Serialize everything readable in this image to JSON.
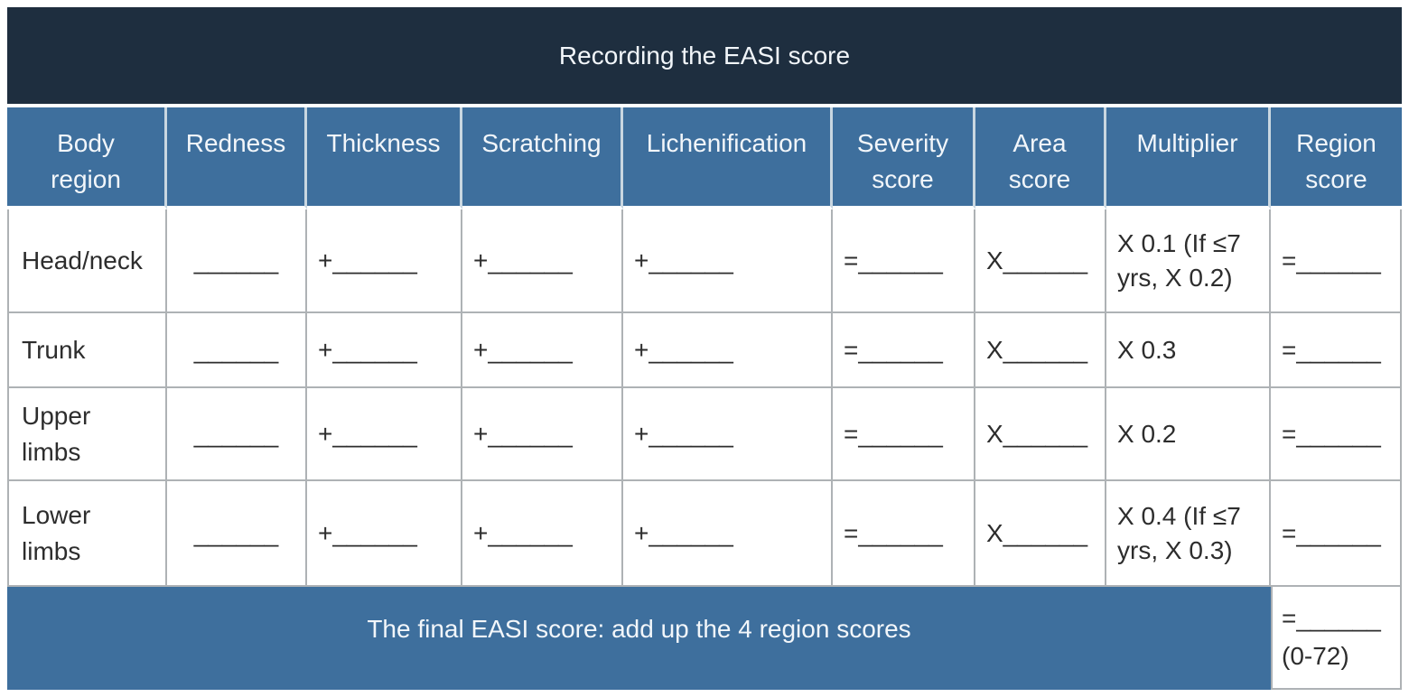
{
  "title_bar": {
    "text": "Recording the EASI score"
  },
  "colors": {
    "navy": "#1e2e3f",
    "blue": "#3e6f9d",
    "border": "#aeb2b5",
    "divider": "#c9d7e1",
    "text-dark": "#2d2d2d",
    "text-light": "#f2f6fa"
  },
  "table": {
    "headers": [
      "Body region",
      "Redness",
      "Thickness",
      "Scratching",
      "Lichenification",
      "Severity score",
      "Area score",
      "Multiplier",
      "Region score"
    ],
    "rows": [
      {
        "region": "Head/neck",
        "redness": "______",
        "thickness": "+______",
        "scratching": "+______",
        "lichenification": "+______",
        "severity_score": "=______",
        "area_score": "X______",
        "multiplier": "X 0.1 (If ≤7 yrs, X 0.2)",
        "region_score": "=______"
      },
      {
        "region": "Trunk",
        "redness": "______",
        "thickness": "+______",
        "scratching": "+______",
        "lichenification": "+______",
        "severity_score": "=______",
        "area_score": "X______",
        "multiplier": "X 0.3",
        "region_score": "=______"
      },
      {
        "region": "Upper limbs",
        "redness": "______",
        "thickness": "+______",
        "scratching": "+______",
        "lichenification": "+______",
        "severity_score": "=______",
        "area_score": "X______",
        "multiplier": "X 0.2",
        "region_score": "=______"
      },
      {
        "region": "Lower limbs",
        "redness": "______",
        "thickness": "+______",
        "scratching": "+______",
        "lichenification": "+______",
        "severity_score": "=______",
        "area_score": "X______",
        "multiplier": "X 0.4 (If ≤7 yrs, X 0.3)",
        "region_score": "=______"
      }
    ],
    "footer": {
      "label": "The final EASI score: add up the 4 region scores",
      "total_blank": "=______",
      "range_note": "(0-72)"
    }
  }
}
